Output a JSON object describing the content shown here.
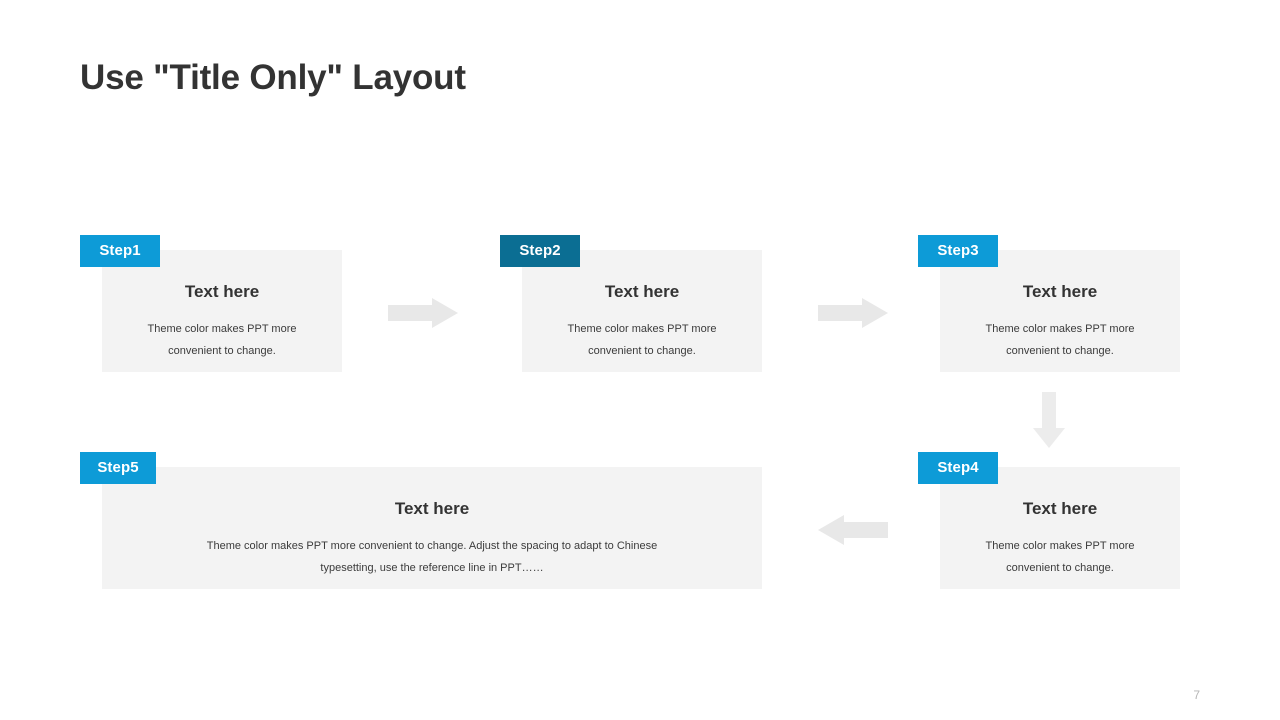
{
  "slide": {
    "title": "Use \"Title Only\" Layout",
    "page_number": "7",
    "background_color": "#ffffff",
    "title_color": "#333333",
    "card_background": "#f3f3f3",
    "arrow_color": "#e8e8e8",
    "accent_light": "#0d9bd7",
    "accent_dark": "#0b6e93"
  },
  "steps": [
    {
      "badge": "Step1",
      "badge_color": "#0d9bd7",
      "heading": "Text here",
      "body": "Theme color makes PPT more convenient to change."
    },
    {
      "badge": "Step2",
      "badge_color": "#0b6e93",
      "heading": "Text here",
      "body": "Theme color makes PPT more convenient to change."
    },
    {
      "badge": "Step3",
      "badge_color": "#0d9bd7",
      "heading": "Text here",
      "body": "Theme color makes PPT more convenient to change."
    },
    {
      "badge": "Step4",
      "badge_color": "#0d9bd7",
      "heading": "Text here",
      "body": "Theme color makes PPT more convenient to change."
    },
    {
      "badge": "Step5",
      "badge_color": "#0d9bd7",
      "heading": "Text here",
      "body": "Theme color makes PPT more convenient to change. Adjust the spacing to adapt to Chinese typesetting, use the reference line in PPT……"
    }
  ],
  "arrows": [
    {
      "name": "arrow-step1-to-step2",
      "direction": "right"
    },
    {
      "name": "arrow-step2-to-step3",
      "direction": "right"
    },
    {
      "name": "arrow-step3-to-step4",
      "direction": "down"
    },
    {
      "name": "arrow-step4-to-step5",
      "direction": "left"
    }
  ]
}
